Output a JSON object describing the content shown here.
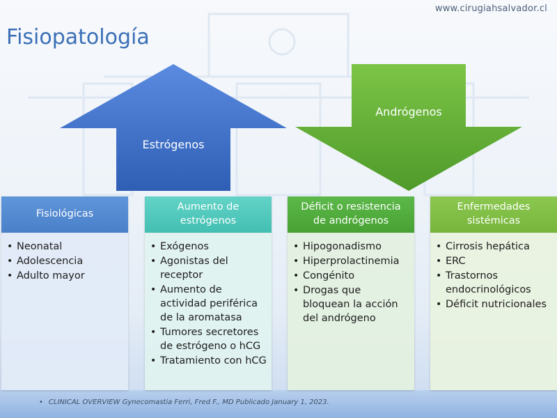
{
  "header": {
    "website": "www.cirugiahsalvador.cl",
    "title": "Fisiopatología"
  },
  "arrows": {
    "up_label": "Estrógenos",
    "down_label": "Andrógenos",
    "up_color": "#3f6fc4",
    "down_color": "#6ab43a"
  },
  "columns": [
    {
      "heading": "Fisiológicas",
      "color": "#4a80c9",
      "items": [
        "Neonatal",
        "Adolescencia",
        "Adulto mayor"
      ]
    },
    {
      "heading": "Aumento de estrógenos",
      "color": "#43bfb2",
      "items": [
        "Exógenos",
        "Agonistas del receptor",
        "Aumento de actividad periférica de la aromatasa",
        "Tumores secretores de estrógeno o hCG",
        "Tratamiento con hCG"
      ]
    },
    {
      "heading": "Déficit o resistencia de andrógenos",
      "color": "#47a233",
      "items": [
        "Hipogonadismo",
        "Hiperprolactinemia",
        "Congénito",
        "Drogas que bloquean la acción del andrógeno"
      ]
    },
    {
      "heading": "Enfermedades sistémicas",
      "color": "#77b53c",
      "items": [
        "Cirrosis hepática",
        "ERC",
        "Trastornos endocrinológicos",
        "Déficit nutricionales"
      ]
    }
  ],
  "footer": {
    "citation": "CLINICAL OVERVIEW Gynecomastia Ferri, Fred F., MD Publicado January 1, 2023."
  }
}
